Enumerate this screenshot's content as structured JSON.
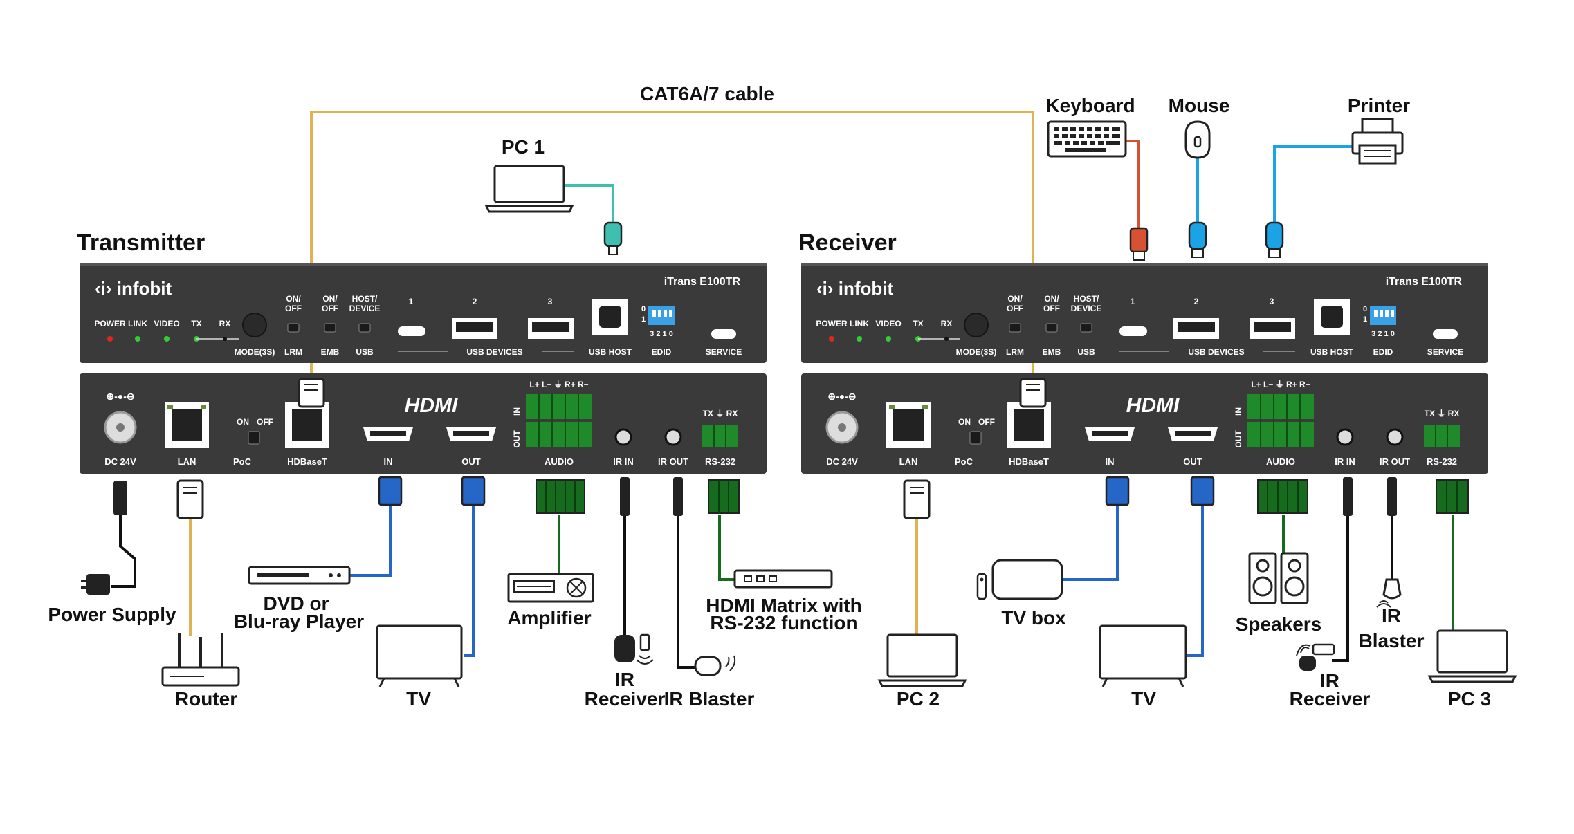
{
  "cable_label": "CAT6A/7 cable",
  "colors": {
    "panel": "#3a3a3a",
    "cat_cable": "#e0b251",
    "hdmi_cable": "#2566c7",
    "usb_cable": "#1ca3e6",
    "pc1_cable": "#3fbfb0",
    "keyboard_cable": "#d65232",
    "audio_green": "#176b1f",
    "led_red": "#e0271c",
    "led_green": "#33cc33",
    "dip_blue": "#3aa0e8"
  },
  "devices": {
    "pc1": "PC 1",
    "keyboard": "Keyboard",
    "mouse": "Mouse",
    "printer": "Printer"
  },
  "transmitter": {
    "title": "Transmitter",
    "brand": "infobit",
    "model": "iTrans E100TR",
    "led_labels": [
      "POWER",
      "LINK",
      "VIDEO",
      "TX",
      "RX"
    ],
    "mode": "MODE(3S)",
    "switch_top": [
      "ON/\nOFF",
      "ON/\nOFF",
      "HOST/\nDEVICE"
    ],
    "switch_bottom": [
      "LRM",
      "EMB",
      "USB"
    ],
    "usb_numbers": [
      "1",
      "2",
      "3"
    ],
    "usb_devices": "USB DEVICES",
    "usb_host": "USB HOST",
    "edid": "EDID",
    "edid_digits": "3 2 1 0",
    "edid_side": [
      "0",
      "1"
    ],
    "service": "SERVICE",
    "hdmi_logo": "HDMI",
    "rear_labels": [
      "DC 24V",
      "LAN",
      "PoC",
      "HDBaseT",
      "IN",
      "OUT",
      "AUDIO",
      "IR IN",
      "IR OUT",
      "RS-232"
    ],
    "poc_on": "ON",
    "poc_off": "OFF",
    "audio_pins": "L+ L− ⏚ R+ R−",
    "rs232_pins": "TX ⏚ RX",
    "audio_in": "IN",
    "audio_out": "OUT"
  },
  "receiver": {
    "title": "Receiver",
    "brand": "infobit",
    "model": "iTrans E100TR",
    "led_labels": [
      "POWER",
      "LINK",
      "VIDEO",
      "TX",
      "RX"
    ],
    "mode": "MODE(3S)",
    "switch_top": [
      "ON/\nOFF",
      "ON/\nOFF",
      "HOST/\nDEVICE"
    ],
    "switch_bottom": [
      "LRM",
      "EMB",
      "USB"
    ],
    "usb_numbers": [
      "1",
      "2",
      "3"
    ],
    "usb_devices": "USB DEVICES",
    "usb_host": "USB HOST",
    "edid": "EDID",
    "edid_digits": "3 2 1 0",
    "edid_side": [
      "0",
      "1"
    ],
    "service": "SERVICE",
    "hdmi_logo": "HDMI",
    "rear_labels": [
      "DC 24V",
      "LAN",
      "PoC",
      "HDBaseT",
      "IN",
      "OUT",
      "AUDIO",
      "IR IN",
      "IR OUT",
      "RS-232"
    ],
    "poc_on": "ON",
    "poc_off": "OFF",
    "audio_pins": "L+ L− ⏚ R+ R−",
    "rs232_pins": "TX ⏚ RX",
    "audio_in": "IN",
    "audio_out": "OUT"
  },
  "tx_bottom": {
    "power_supply": "Power Supply",
    "dvd_line1": "DVD or",
    "dvd_line2": "Blu-ray Player",
    "router": "Router",
    "tv": "TV",
    "amplifier": "Amplifier",
    "ir_receiver_line1": "IR",
    "ir_receiver_line2": "Receiver",
    "ir_blaster": "IR Blaster",
    "matrix_line1": "HDMI Matrix with",
    "matrix_line2": "RS-232 function"
  },
  "rx_bottom": {
    "pc2": "PC 2",
    "tv_box": "TV box",
    "tv": "TV",
    "speakers": "Speakers",
    "ir_receiver_line1": "IR",
    "ir_receiver_line2": "Receiver",
    "ir_blaster_line1": "IR",
    "ir_blaster_line2": "Blaster",
    "pc3": "PC 3"
  }
}
